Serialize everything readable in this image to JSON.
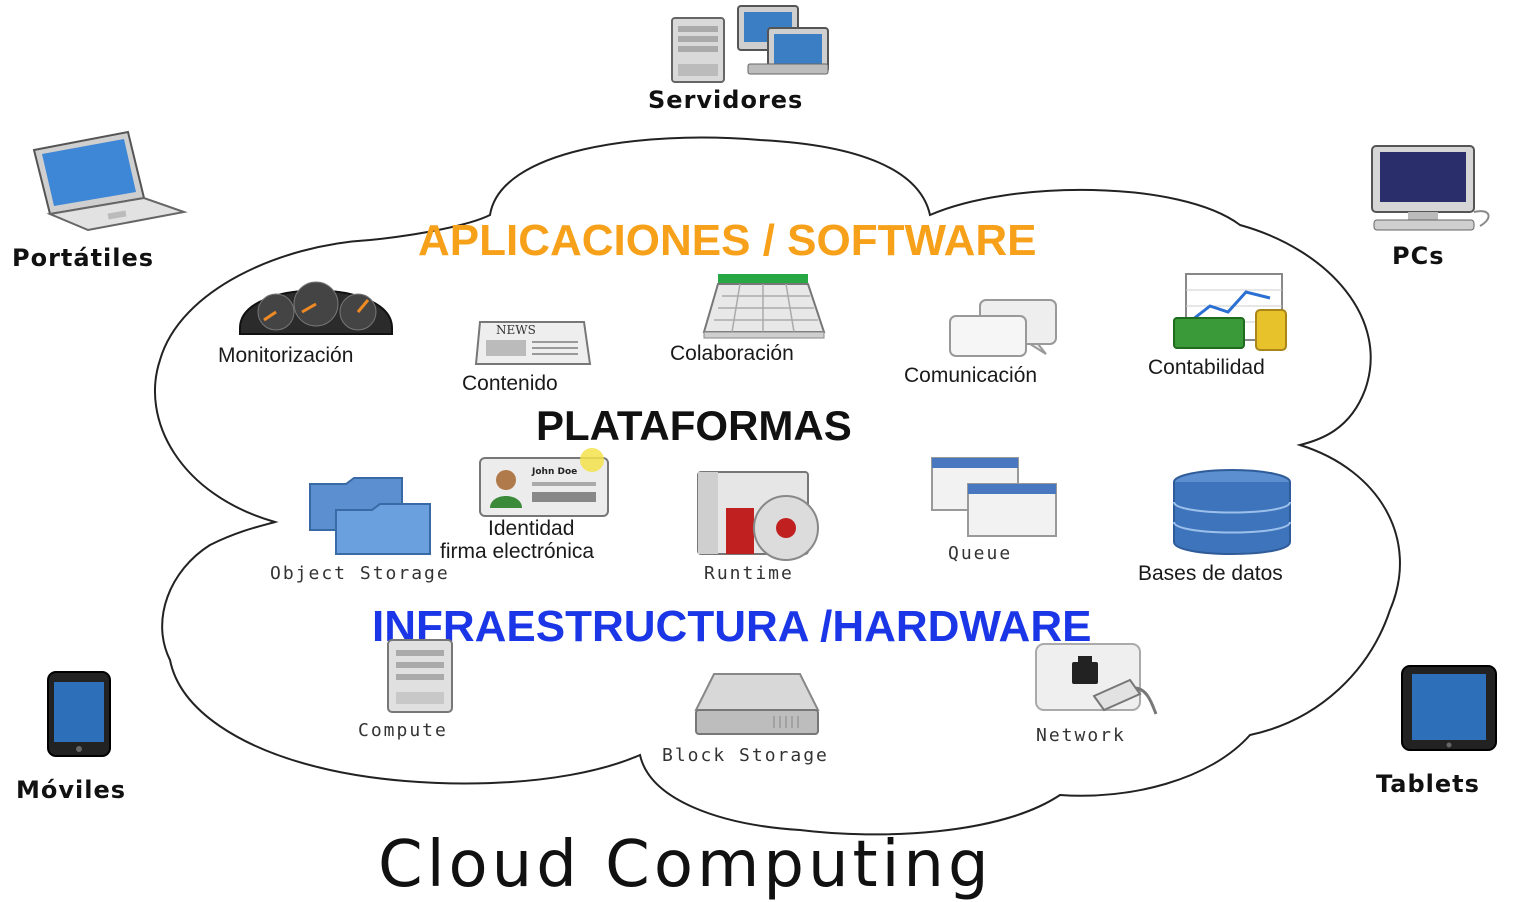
{
  "title": "Cloud Computing",
  "devices": {
    "servidores": "Servidores",
    "portatiles": "Portátiles",
    "pcs": "PCs",
    "moviles": "Móviles",
    "tablets": "Tablets"
  },
  "layers": {
    "applications": {
      "title": "APLICACIONES / SOFTWARE",
      "color": "#f7a11a",
      "items": [
        "Monitorización",
        "Contenido",
        "Colaboración",
        "Comunicación",
        "Contabilidad"
      ]
    },
    "platforms": {
      "title": "PLATAFORMAS",
      "color": "#111111",
      "items": [
        "Identidad",
        "firma electrónica",
        "Object Storage",
        "Runtime",
        "Queue",
        "Bases de datos"
      ]
    },
    "infrastructure": {
      "title": "INFRAESTRUCTURA /HARDWARE",
      "color": "#1a36e6",
      "items": [
        "Compute",
        "Block Storage",
        "Network"
      ]
    }
  },
  "icons": {
    "news_text": "NEWS",
    "id_card_name": "John Doe"
  }
}
